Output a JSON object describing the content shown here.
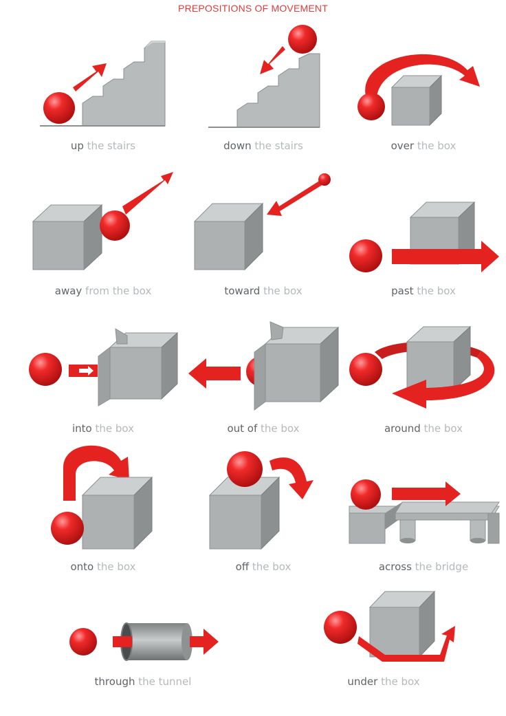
{
  "title": "PREPOSITIONS OF MOVEMENT",
  "colors": {
    "ball": "#e02424",
    "arrow": "#e42320",
    "box_front": "#aeb1b2",
    "box_top": "#cdd0d1",
    "box_side": "#8c9091",
    "keyword_text": "#5f6468",
    "rest_text": "#b4b9bc"
  },
  "items": [
    {
      "key": "up",
      "word": "up",
      "rest": " the stairs"
    },
    {
      "key": "down",
      "word": "down",
      "rest": " the stairs"
    },
    {
      "key": "over",
      "word": "over",
      "rest": " the box"
    },
    {
      "key": "away",
      "word": "away",
      "rest": " from the box"
    },
    {
      "key": "toward",
      "word": "toward",
      "rest": " the box"
    },
    {
      "key": "past",
      "word": "past",
      "rest": " the box"
    },
    {
      "key": "into",
      "word": "into",
      "rest": " the box"
    },
    {
      "key": "outof",
      "word": "out of",
      "rest": " the box"
    },
    {
      "key": "around",
      "word": "around",
      "rest": " the box"
    },
    {
      "key": "onto",
      "word": "onto",
      "rest": " the box"
    },
    {
      "key": "off",
      "word": "off",
      "rest": " the box"
    },
    {
      "key": "across",
      "word": "across",
      "rest": " the bridge"
    },
    {
      "key": "through",
      "word": "through",
      "rest": " the tunnel"
    },
    {
      "key": "under",
      "word": "under",
      "rest": " the box"
    }
  ]
}
